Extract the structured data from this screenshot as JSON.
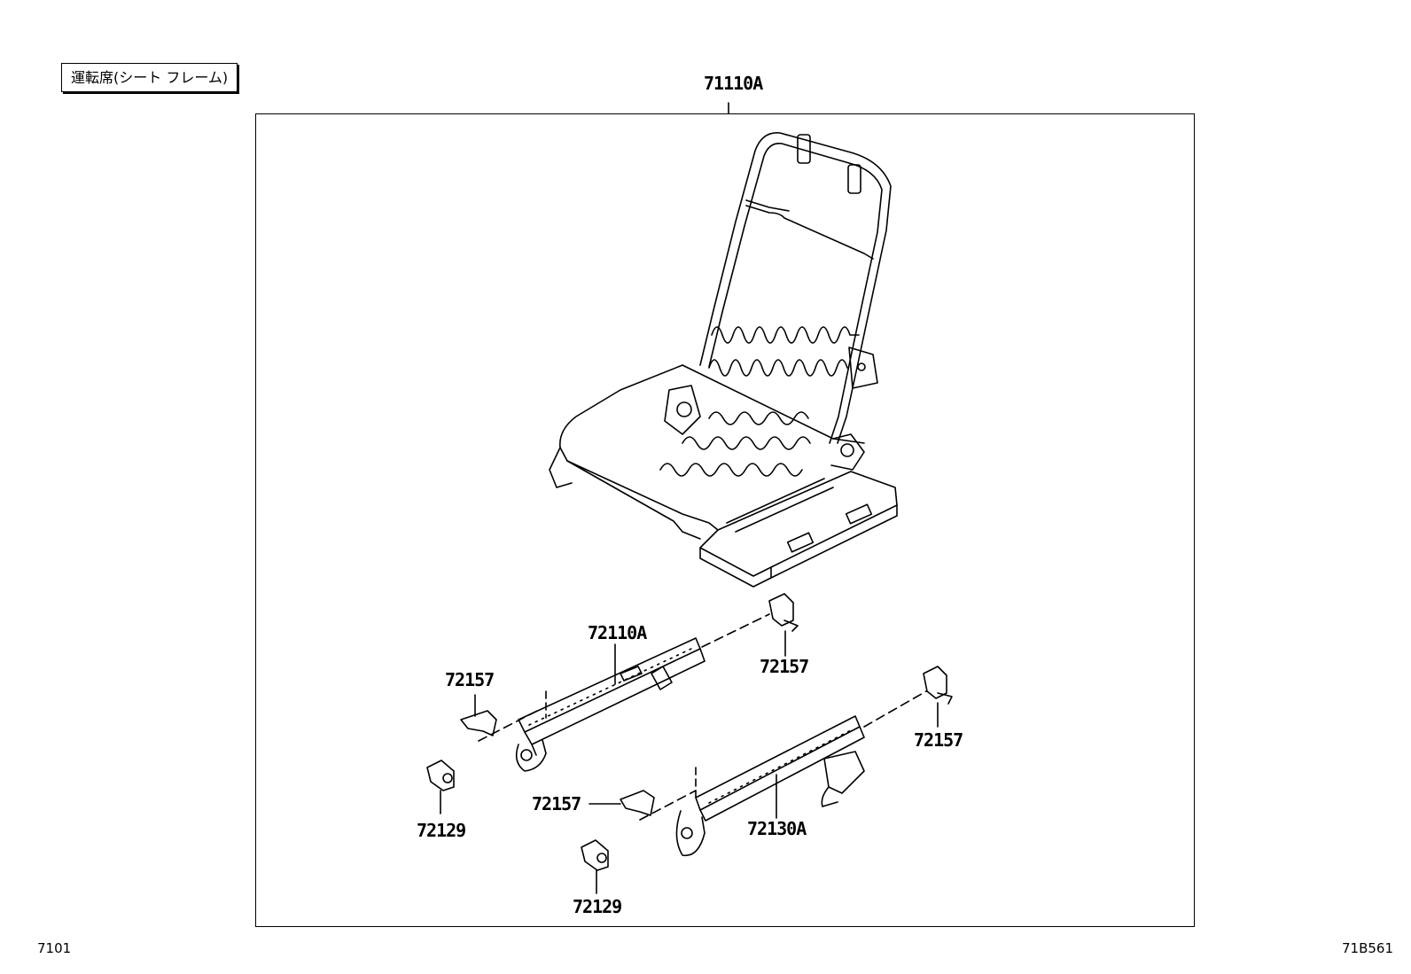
{
  "header": {
    "title": "運転席(シート フレーム)"
  },
  "parts": {
    "seat_frame": "71110A",
    "adjuster_left": "72110A",
    "adjuster_right": "72130A",
    "cover_a": "72157",
    "cover_b": "72157",
    "cover_c": "72157",
    "cover_d": "72157",
    "cap_a": "72129",
    "cap_b": "72129"
  },
  "footer": {
    "page_code": "7101",
    "illustration_code": "71B561"
  }
}
